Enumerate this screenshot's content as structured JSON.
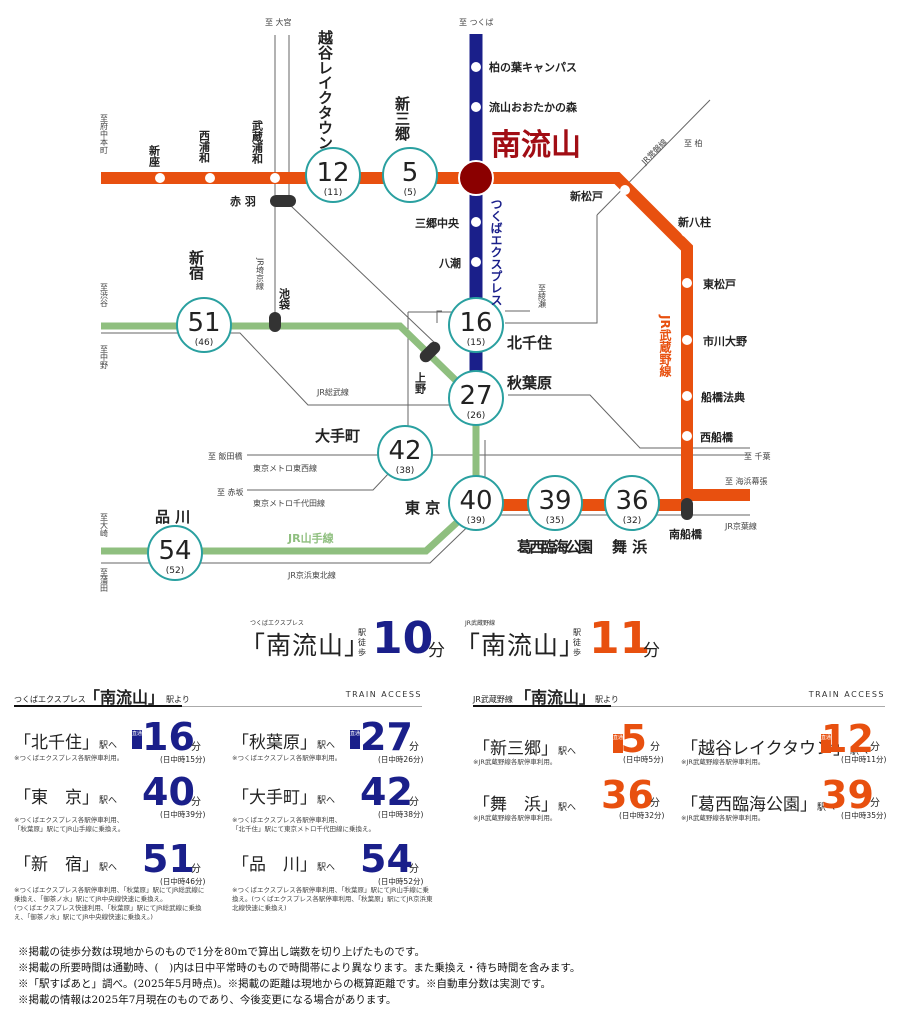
{
  "colors": {
    "tx_line": "#1a1f8a",
    "musashino_line": "#e8500f",
    "yamanote_line": "#8fbf7f",
    "gray_line": "#666666",
    "station_ring": "#2aa0a0",
    "home_station": "#8b0000",
    "home_label": "#a10d14",
    "transfer_pill": "#333333"
  },
  "map": {
    "home_station": "南流山",
    "tx_line_label": "つくばエクスプレス",
    "musashino_line_label": "JR武蔵野線",
    "yamanote_line_label": "JR山手線",
    "directions": {
      "tsukuba": "至 つくば",
      "omiya": "至 大宮",
      "fuchu": "至府中本町",
      "kashiwa": "至 柏",
      "shibuya": "至渋谷",
      "nakano": "至中野",
      "ayase": "至綾瀬",
      "iidabashi": "至 飯田橋",
      "akasaka": "至 赤坂",
      "chiba": "至 千葉",
      "kaihinmakuhari": "至 海浜幕張",
      "osaki": "至大崎",
      "kamata": "至蒲田"
    },
    "lines": {
      "joban": "JR常磐線",
      "saikyo": "JR埼京線",
      "sobu": "JR総武線",
      "tozai": "東京メトロ東西線",
      "chiyoda": "東京メトロ千代田線",
      "keihin": "JR京浜東北線",
      "keiyo": "JR京葉線"
    },
    "small_stations": {
      "kashiwanoha": "柏の葉キャンパス",
      "otakanomori": "流山おおたかの森",
      "misatochuo": "三郷中央",
      "yashio": "八潮",
      "shinza": "新座",
      "nishiurawa": "西浦和",
      "musashiurawa": "武蔵浦和",
      "akabane": "赤 羽",
      "ikebukuro": "池袋",
      "ueno": "上野",
      "shinmatsudo": "新松戸",
      "shinyahashira": "新八柱",
      "higashimatsudo": "東松戸",
      "ichikawaono": "市川大野",
      "funabashihoten": "船橋法典",
      "nishifunabashi": "西船橋",
      "minamifunabashi": "南船橋"
    },
    "time_stations": [
      {
        "name": "越谷レイクタウン",
        "time": "12",
        "daytime": "(11)"
      },
      {
        "name": "新三郷",
        "time": "5",
        "daytime": "(5)"
      },
      {
        "name": "新宿",
        "time": "51",
        "daytime": "(46)"
      },
      {
        "name": "北千住",
        "time": "16",
        "daytime": "(15)"
      },
      {
        "name": "秋葉原",
        "time": "27",
        "daytime": "(26)"
      },
      {
        "name": "大手町",
        "time": "42",
        "daytime": "(38)"
      },
      {
        "name": "東 京",
        "time": "40",
        "daytime": "(39)"
      },
      {
        "name": "葛西臨海公園",
        "time": "39",
        "daytime": "(35)"
      },
      {
        "name": "舞 浜",
        "time": "36",
        "daytime": "(32)"
      },
      {
        "name": "品 川",
        "time": "54",
        "daytime": "(52)"
      }
    ]
  },
  "headline": [
    {
      "line": "つくばエクスプレス",
      "station": "「南流山」",
      "eki": "駅",
      "toho": "徒歩",
      "minutes": "10",
      "unit": "分",
      "color": "#1a1f8a"
    },
    {
      "line": "JR武蔵野線",
      "station": "「南流山」",
      "eki": "駅",
      "toho": "徒歩",
      "minutes": "11",
      "unit": "分",
      "color": "#e8500f"
    }
  ],
  "panels": [
    {
      "line": "つくばエクスプレス",
      "station": "「南流山」",
      "yori": "駅より",
      "section_label": "TRAIN ACCESS",
      "color": "#1a1f8a",
      "entries": [
        {
          "dest": "「北千住」",
          "eki": "駅へ",
          "badge": "直通",
          "minutes": "16",
          "unit": "分",
          "daytime": "(日中時15分)",
          "note": "※つくばエクスプレス各駅停車利用。"
        },
        {
          "dest": "「秋葉原」",
          "eki": "駅へ",
          "badge": "直通",
          "minutes": "27",
          "unit": "分",
          "daytime": "(日中時26分)",
          "note": "※つくばエクスプレス各駅停車利用。"
        },
        {
          "dest": "「東　京」",
          "eki": "駅へ",
          "badge": "",
          "minutes": "40",
          "unit": "分",
          "daytime": "(日中時39分)",
          "note": "※つくばエクスプレス各駅停車利用、\n「秋葉原」駅にてJR山手線に乗換え。"
        },
        {
          "dest": "「大手町」",
          "eki": "駅へ",
          "badge": "",
          "minutes": "42",
          "unit": "分",
          "daytime": "(日中時38分)",
          "note": "※つくばエクスプレス各駅停車利用、\n「北千住」駅にて東京メトロ千代田線に乗換え。"
        },
        {
          "dest": "「新　宿」",
          "eki": "駅へ",
          "badge": "",
          "minutes": "51",
          "unit": "分",
          "daytime": "(日中時46分)",
          "note": "※つくばエクスプレス各駅停車利用、「秋葉原」駅にてJR総武線に\n乗換え、「御茶ノ水」駅にてJR中央線快速に乗換え。\n(つくばエクスプレス快速利用、「秋葉原」駅にてJR総武線に乗換\nえ、「御茶ノ水」駅にてJR中央線快速に乗換え。)"
        },
        {
          "dest": "「品　川」",
          "eki": "駅へ",
          "badge": "",
          "minutes": "54",
          "unit": "分",
          "daytime": "(日中時52分)",
          "note": "※つくばエクスプレス各駅停車利用、「秋葉原」駅にてJR山手線に乗\n換え。(つくばエクスプレス各駅停車利用、「秋葉原」駅にてJR京浜東\n北線快速に乗換え)"
        }
      ]
    },
    {
      "line": "JR武蔵野線",
      "station": "「南流山」",
      "yori": "駅より",
      "section_label": "TRAIN ACCESS",
      "color": "#e8500f",
      "entries": [
        {
          "dest": "「新三郷」",
          "eki": "駅へ",
          "badge": "直通",
          "minutes": "5",
          "unit": "分",
          "daytime": "(日中時5分)",
          "note": "※JR武蔵野線各駅停車利用。"
        },
        {
          "dest": "「越谷レイクタウン」",
          "eki": "駅へ",
          "badge": "直通",
          "minutes": "12",
          "unit": "分",
          "daytime": "(日中時11分)",
          "note": "※JR武蔵野線各駅停車利用。"
        },
        {
          "dest": "「舞　浜」",
          "eki": "駅へ",
          "badge": "",
          "minutes": "36",
          "unit": "分",
          "daytime": "(日中時32分)",
          "note": "※JR武蔵野線各駅停車利用。"
        },
        {
          "dest": "「葛西臨海公園」",
          "eki": "駅へ",
          "badge": "",
          "minutes": "39",
          "unit": "分",
          "daytime": "(日中時35分)",
          "note": "※JR武蔵野線各駅停車利用。"
        }
      ]
    }
  ],
  "notes": [
    "※掲載の徒歩分数は現地からのもので1分を80mで算出し端数を切り上げたものです。",
    "※掲載の所要時間は通勤時、(　)内は日中平常時のもので時間帯により異なります。また乗換え・待ち時間を含みます。",
    "※「駅すぱあと」調べ。(2025年5月時点)。※掲載の距離は現地からの概算距離です。※自動車分数は実測です。",
    "※掲載の情報は2025年7月現在のものであり、今後変更になる場合があります。"
  ]
}
